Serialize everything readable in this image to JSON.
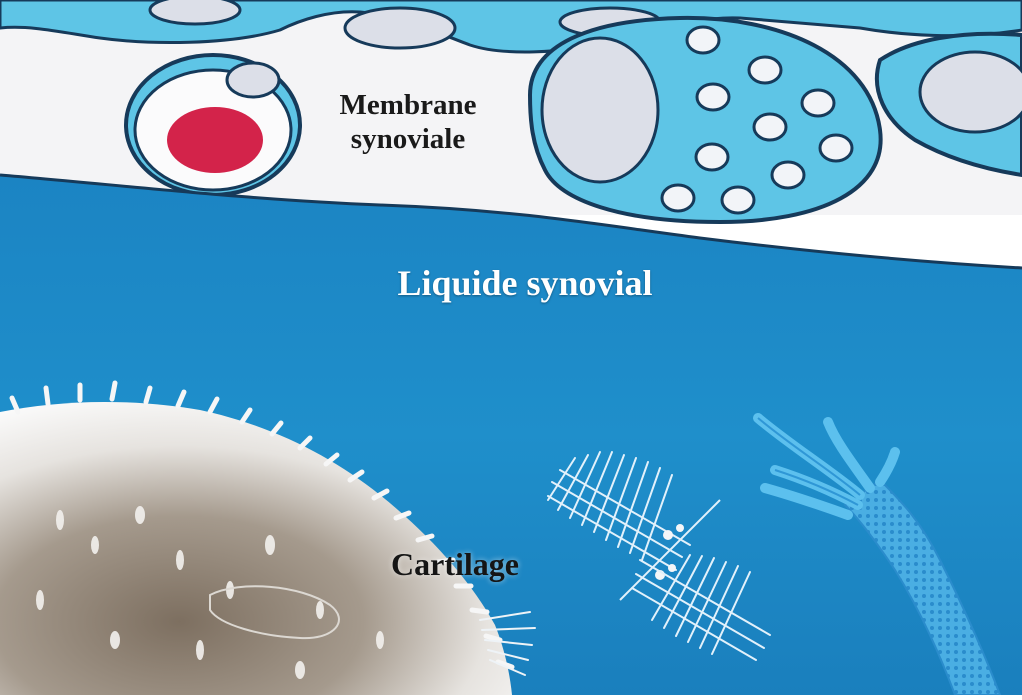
{
  "labels": {
    "membrane_line1": "Membrane",
    "membrane_line2": "synoviale",
    "liquide": "Liquide synovial",
    "cartilage": "Cartilage"
  },
  "colors": {
    "fluid": "#1f8ac8",
    "fluid_deep": "#1676b4",
    "membrane_bg": "#f4f4f6",
    "tissue_light": "#5ec5e6",
    "vesicle": "#dcdfe8",
    "nucleus": "#d3234a",
    "cartilage_white": "#f7f7f7",
    "cartilage_brown": "#8a7c6c",
    "fiber": "#e2f1fb",
    "bundle": "#4fb3e8"
  }
}
